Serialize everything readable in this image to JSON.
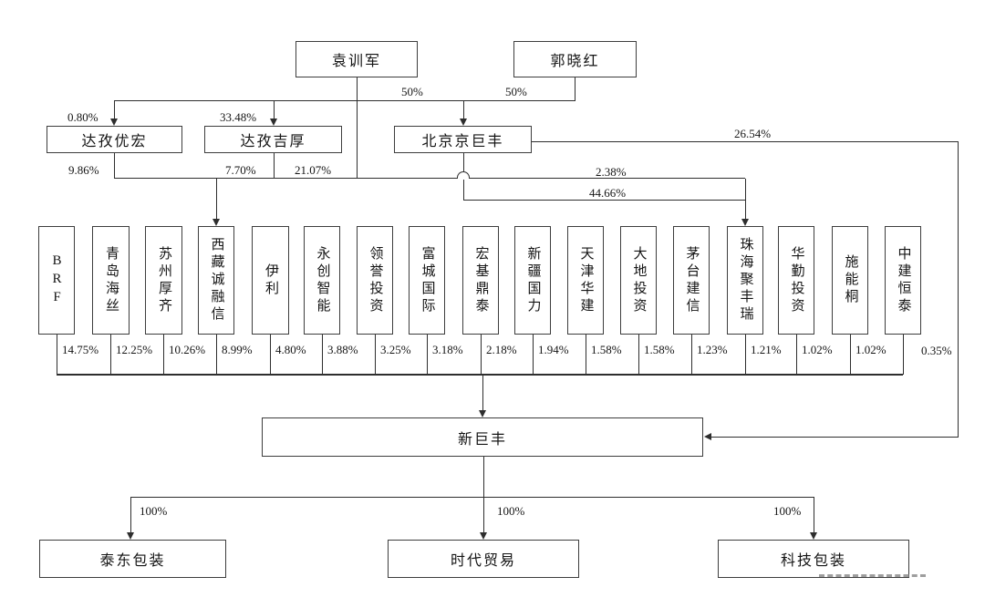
{
  "nodes": {
    "yuan": "袁训军",
    "guo": "郭晓红",
    "dazi_youhong": "达孜优宏",
    "dazi_jihou": "达孜吉厚",
    "beijing_jingjufeng": "北京京巨丰",
    "company": "新巨丰",
    "sub_taidong": "泰东包装",
    "sub_shidai": "时代贸易",
    "sub_keji": "科技包装"
  },
  "edges": {
    "yuan_to_dazi_youhong": "0.80%",
    "yuan_to_dazi_jihou": "33.48%",
    "yuan_to_beijing": "50%",
    "guo_to_beijing": "50%",
    "dazi_youhong_to_xizang": "9.86%",
    "dazi_jihou_to_xizang": "7.70%",
    "dazi_jihou_to_zhuhai": "21.07%",
    "yuan_to_zhuhai": "2.38%",
    "beijing_to_zhuhai": "44.66%",
    "beijing_to_company": "26.54%",
    "company_to_taidong": "100%",
    "company_to_shidai": "100%",
    "company_to_keji": "100%"
  },
  "shareholders": [
    {
      "name": "BRF",
      "pct": "14.75%"
    },
    {
      "name": "青岛海丝",
      "pct": "12.25%"
    },
    {
      "name": "苏州厚齐",
      "pct": "10.26%"
    },
    {
      "name": "西藏诚融信",
      "pct": "8.99%"
    },
    {
      "name": "伊利",
      "pct": "4.80%"
    },
    {
      "name": "永创智能",
      "pct": "3.88%"
    },
    {
      "name": "领誉投资",
      "pct": "3.25%"
    },
    {
      "name": "富城国际",
      "pct": "3.18%"
    },
    {
      "name": "宏基鼎泰",
      "pct": "2.18%"
    },
    {
      "name": "新疆国力",
      "pct": "1.94%"
    },
    {
      "name": "天津华建",
      "pct": "1.58%"
    },
    {
      "name": "大地投资",
      "pct": "1.58%"
    },
    {
      "name": "茅台建信",
      "pct": "1.23%"
    },
    {
      "name": "珠海聚丰瑞",
      "pct": "1.21%"
    },
    {
      "name": "华勤投资",
      "pct": "1.02%"
    },
    {
      "name": "施能桐",
      "pct": "1.02%"
    },
    {
      "name": "中建恒泰",
      "pct": "0.35%"
    }
  ],
  "colors": {
    "line": "#2e2e2e",
    "box_border": "#3d3d3d",
    "background": "#ffffff",
    "watermark": "#9e9e9e"
  }
}
